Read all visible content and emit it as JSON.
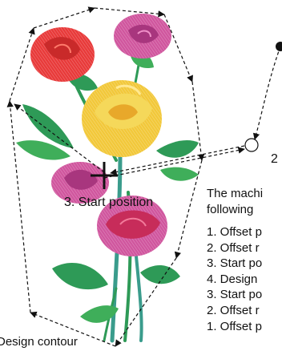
{
  "labels": {
    "start_position": "3. Start position",
    "design_contour": "Design contour",
    "point_two": "2"
  },
  "description": {
    "lines": [
      "The machi",
      "following"
    ]
  },
  "steps": [
    "1. Offset p",
    "2. Offset r",
    "3. Start po",
    "4. Design",
    "3. Start po",
    "2. Offset r",
    "1. Offset p"
  ],
  "colors": {
    "rose_red": "#e83a3a",
    "rose_pink": "#d0569e",
    "rose_yellow": "#f2c83a",
    "leaf_green": "#2e9a57",
    "stem_teal": "#3a9c8c",
    "line": "#111111"
  }
}
